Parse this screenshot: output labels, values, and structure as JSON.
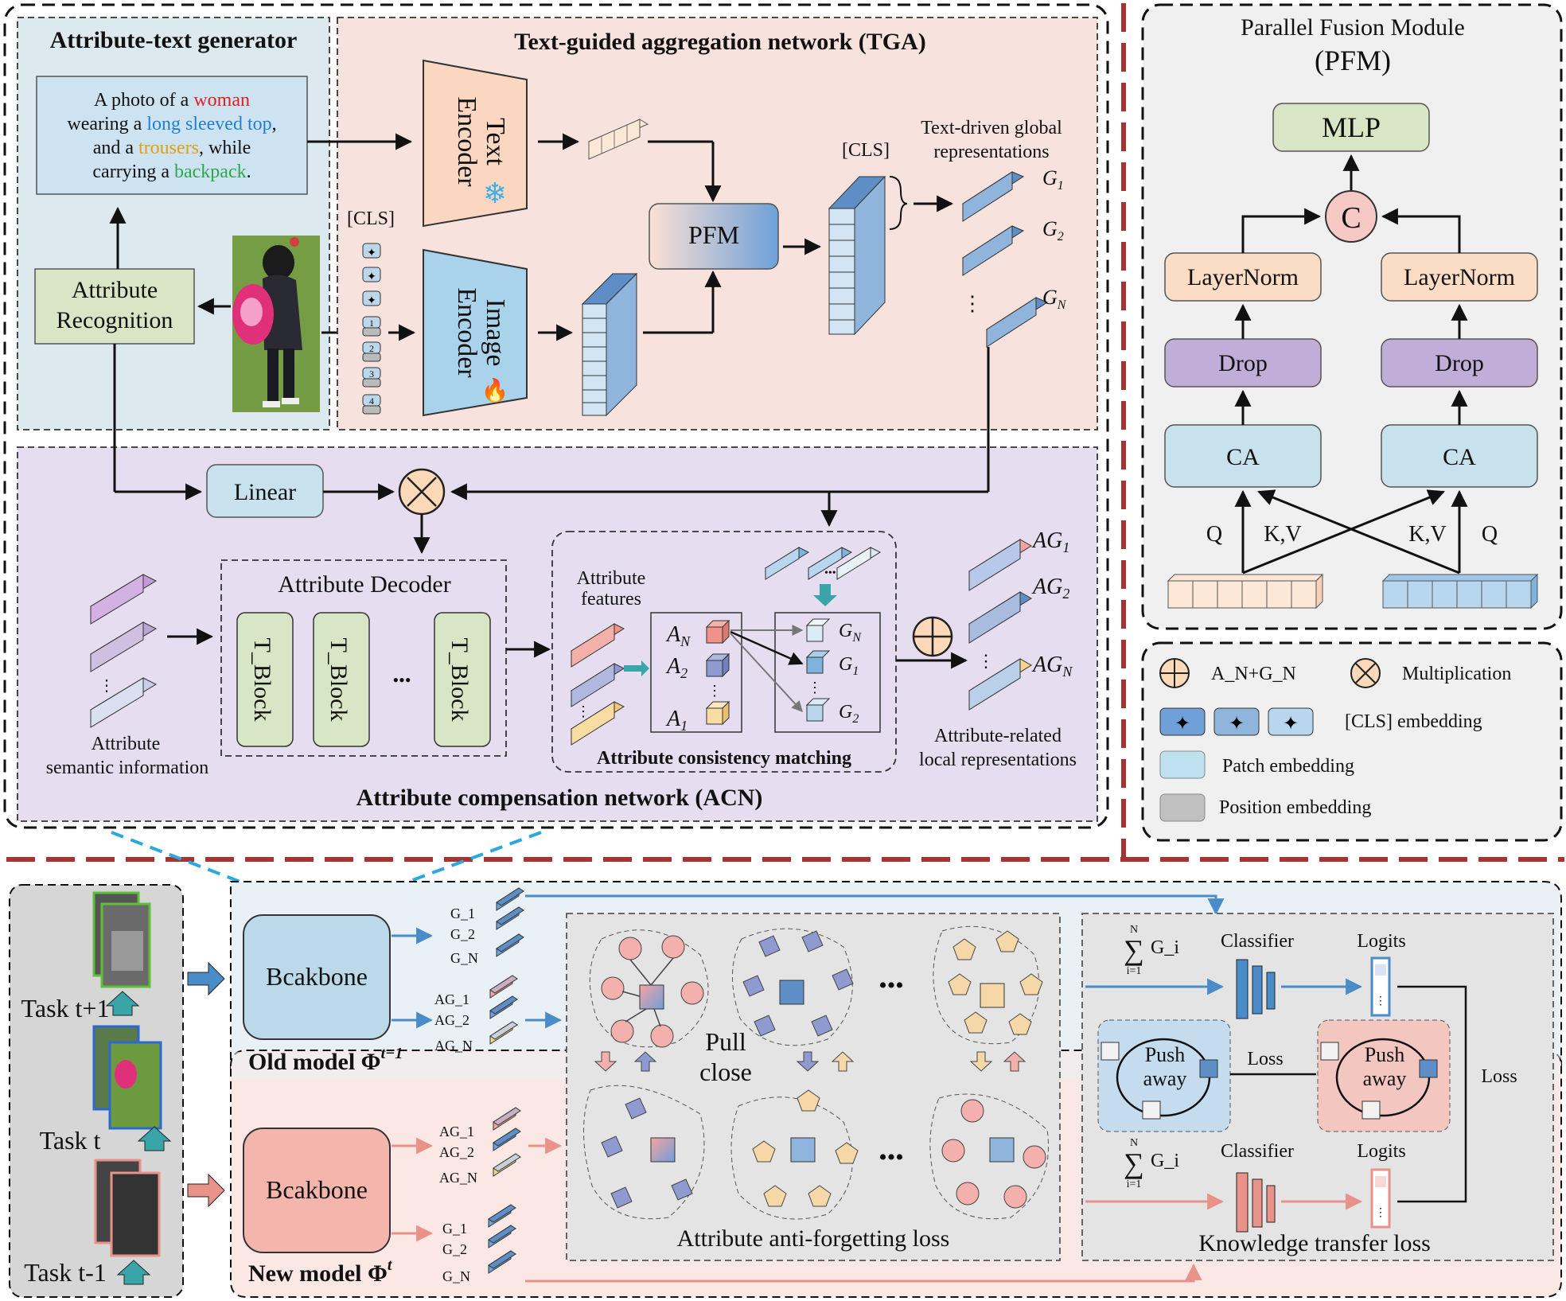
{
  "attr_text_generator": {
    "title": "Attribute-text generator",
    "caption_parts": [
      {
        "text": "A photo of a ",
        "color": "#111111"
      },
      {
        "text": "woman",
        "color": "#e02020"
      },
      {
        "text": "wearing a ",
        "color": "#111111"
      },
      {
        "text": "long sleeved top",
        "color": "#1f7fd6"
      },
      {
        "text": ",",
        "color": "#111111"
      },
      {
        "text": "and a ",
        "color": "#111111"
      },
      {
        "text": "trousers",
        "color": "#e0a010"
      },
      {
        "text": ", while",
        "color": "#111111"
      },
      {
        "text": "carrying a ",
        "color": "#111111"
      },
      {
        "text": "backpack",
        "color": "#2aa84a"
      },
      {
        "text": ".",
        "color": "#111111"
      }
    ],
    "recognition_label_1": "Attribute",
    "recognition_label_2": "Recognition"
  },
  "tga": {
    "title": "Text-guided  aggregation network (TGA)",
    "text_encoder_1": "Text",
    "text_encoder_2": "Encoder",
    "image_encoder_1": "Image",
    "image_encoder_2": "Encoder",
    "cls_label": "[CLS]",
    "cls_label_2": "[CLS]",
    "pfm_label": "PFM",
    "global_label_1": "Text-driven global",
    "global_label_2": "representations",
    "g_labels": [
      "G",
      "G",
      "G"
    ],
    "g_subs": [
      "1",
      "2",
      "N"
    ],
    "patch_numbers": [
      "1",
      "2",
      "3",
      "4"
    ],
    "dots": "⋮"
  },
  "acn": {
    "title": "Attribute compensation network (ACN)",
    "linear_label": "Linear",
    "decoder_title": "Attribute Decoder",
    "t_block": "T_Block",
    "ellipsis": "•••",
    "semantic_label_1": "Attribute",
    "semantic_label_2": "semantic information",
    "features_label_1": "Attribute",
    "features_label_2": "features",
    "matching_title": "Attribute consistency matching",
    "a_labels": [
      "A",
      "A",
      "A"
    ],
    "a_subs": [
      "N",
      "2",
      "1"
    ],
    "g_match_labels": [
      "G",
      "G",
      "G"
    ],
    "g_match_subs": [
      "N",
      "1",
      "2"
    ],
    "ag_labels": [
      "AG",
      "AG",
      "AG"
    ],
    "ag_subs": [
      "1",
      "2",
      "N"
    ],
    "local_label_1": "Attribute-related",
    "local_label_2": "local representations"
  },
  "pfm": {
    "title_1": "Parallel Fusion Module",
    "title_2": "(PFM)",
    "mlp": "MLP",
    "concat": "C",
    "layernorm": "LayerNorm",
    "drop": "Drop",
    "ca": "CA",
    "q": "Q",
    "kv": "K,V"
  },
  "legend": {
    "plus_label": "A_N+G_N",
    "mult_label": "Multiplication",
    "cls_label": "[CLS] embedding",
    "patch_label": "Patch embedding",
    "pos_label": "Position embedding"
  },
  "bottom": {
    "tasks": [
      "Task t+1",
      "Task t",
      "Task t-1"
    ],
    "old_backbone": "Bcakbone",
    "new_backbone": "Bcakbone",
    "old_model": "Old model Φ",
    "old_sup": "t−1",
    "new_model": "New model Φ",
    "new_sup": "t",
    "g_small": [
      "G_1",
      "G_2",
      "G_N"
    ],
    "ag_small": [
      "AG_1",
      "AG_2",
      "AG_N"
    ],
    "pull_close_1": "Pull",
    "pull_close_2": "close",
    "anti_forgetting": "Attribute anti-forgetting loss",
    "knowledge_transfer": "Knowledge transfer loss",
    "sum_top": "N",
    "sum_sym": "∑",
    "sum_bottom": "i=1",
    "sum_term": "G_i",
    "classifier": "Classifier",
    "logits": "Logits",
    "push_1": "Push",
    "push_2": "away",
    "loss": "Loss"
  },
  "colors": {
    "tga_bg": "#f8e2de",
    "atg_bg": "#dce9ee",
    "acn_bg": "#e6def0",
    "pfm_bg": "#f0f0f0",
    "old_bg": "#e9f1f6",
    "new_bg": "#fbe8e5",
    "red_dash": "#a83232",
    "blue_arrow": "#4a8cc8",
    "pink_arrow": "#e8928a"
  }
}
